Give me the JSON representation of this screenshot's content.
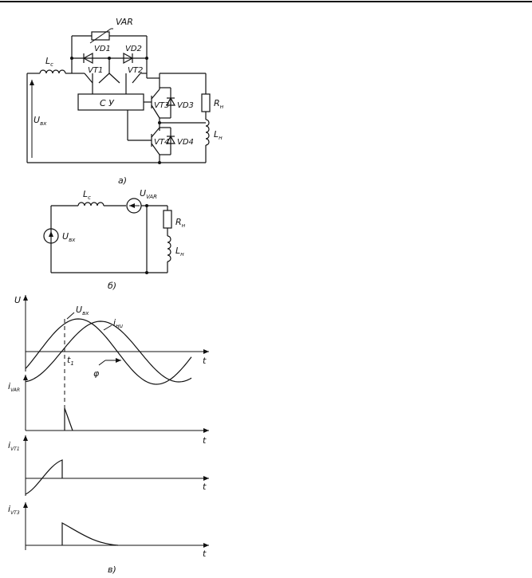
{
  "circuit_a": {
    "varistor": "VAR",
    "vd1": "VD1",
    "vd2": "VD2",
    "vt1": "VT1",
    "vt2": "VT2",
    "vt3": "VT3",
    "vt4": "VT4",
    "vd3": "VD3",
    "vd4": "VD4",
    "control": "С У",
    "lc": "L",
    "lc_sub": "c",
    "rn": "R",
    "rn_sub": "н",
    "ln": "L",
    "ln_sub": "н",
    "uin": "U",
    "uin_sub": "вх",
    "caption": "а)"
  },
  "circuit_b": {
    "lc": "L",
    "lc_sub": "c",
    "uvar": "U",
    "uvar_sub": "VAR",
    "rn": "R",
    "rn_sub": "н",
    "ln": "L",
    "ln_sub": "н",
    "uin": "U",
    "uin_sub": "вх",
    "caption": "б)"
  },
  "waveforms": {
    "top": {
      "ylabel": "U",
      "uin": "U",
      "uin_sub": "вх",
      "inu": "i",
      "inu_sub": "нu",
      "t1": "t",
      "t1_sub": "1",
      "phi": "φ",
      "tlabel": "t"
    },
    "ivar": {
      "ylabel": "i",
      "ylabel_sub": "VAR",
      "tlabel": "t"
    },
    "ivt1": {
      "ylabel": "i",
      "ylabel_sub": "VT1",
      "tlabel": "t"
    },
    "ivt3": {
      "ylabel": "i",
      "ylabel_sub": "VT3",
      "tlabel": "t"
    },
    "caption": "в)"
  }
}
